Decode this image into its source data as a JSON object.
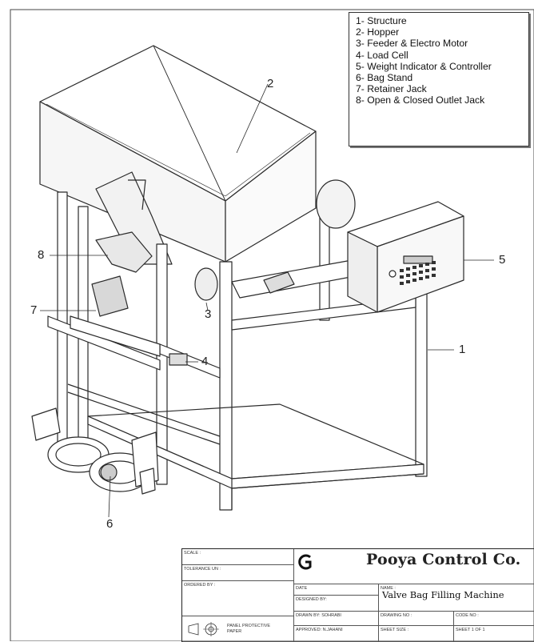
{
  "legend": {
    "items": [
      "1- Structure",
      "2- Hopper",
      "3- Feeder & Electro Motor",
      "4- Load Cell",
      "5- Weight Indicator & Controller",
      "6- Bag Stand",
      "7- Retainer Jack",
      "8- Open & Closed Outlet Jack"
    ]
  },
  "callouts": {
    "c1": "1",
    "c2": "2",
    "c3": "3",
    "c4": "4",
    "c5": "5",
    "c6": "6",
    "c7": "7",
    "c8": "8"
  },
  "title_block": {
    "scale_label": "SCALE :",
    "tolerance_label": "TOLERANCE UN :",
    "ordered_label": "ORDERED BY :",
    "protection_label": "PANEL PROTECTIVE PAPER",
    "company": "Pooya Control Co.",
    "date_label": "DATE",
    "designed_label": "DESIGNED BY:",
    "drawn_label": "DRAWN BY: SOHRABI",
    "approved_label": "APPROVED: N.JAHANI",
    "name_label": "NAME :",
    "drawing_title": "Valve Bag Filling Machine",
    "drawing_no_label": "DRAWING NO :",
    "code_no_label": "CODE NO :",
    "sheet_size_label": "SHEET SIZE :",
    "sheet_label": "SHEET 1 OF 1"
  }
}
